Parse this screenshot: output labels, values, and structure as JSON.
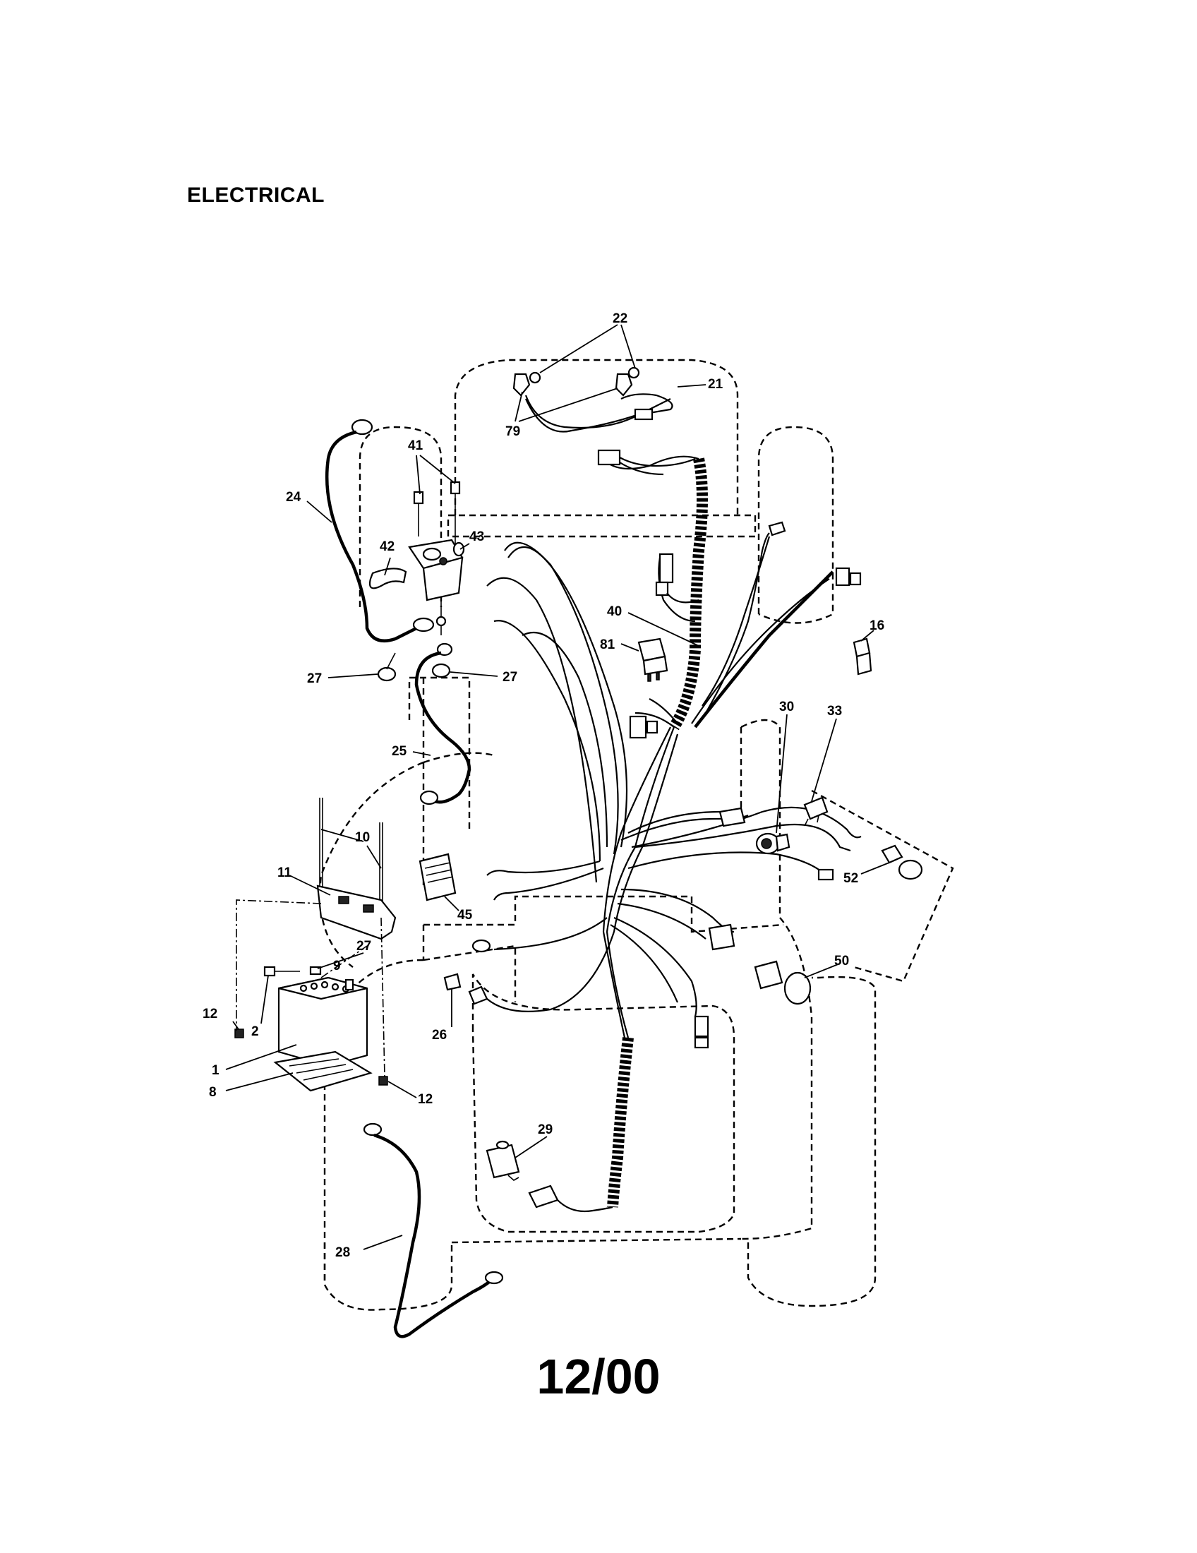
{
  "title": "ELECTRICAL",
  "revision": "12/00",
  "callouts": [
    {
      "id": "22",
      "text": "22"
    },
    {
      "id": "21",
      "text": "21"
    },
    {
      "id": "79",
      "text": "79"
    },
    {
      "id": "41",
      "text": "41"
    },
    {
      "id": "24",
      "text": "24"
    },
    {
      "id": "42",
      "text": "42"
    },
    {
      "id": "43",
      "text": "43"
    },
    {
      "id": "40",
      "text": "40"
    },
    {
      "id": "81",
      "text": "81"
    },
    {
      "id": "16",
      "text": "16"
    },
    {
      "id": "27a",
      "text": "27"
    },
    {
      "id": "27b",
      "text": "27"
    },
    {
      "id": "33",
      "text": "33"
    },
    {
      "id": "30",
      "text": "30"
    },
    {
      "id": "25",
      "text": "25"
    },
    {
      "id": "10",
      "text": "10"
    },
    {
      "id": "11",
      "text": "11"
    },
    {
      "id": "52",
      "text": "52"
    },
    {
      "id": "45",
      "text": "45"
    },
    {
      "id": "27c",
      "text": "27"
    },
    {
      "id": "9",
      "text": "9"
    },
    {
      "id": "50",
      "text": "50"
    },
    {
      "id": "12a",
      "text": "12"
    },
    {
      "id": "2",
      "text": "2"
    },
    {
      "id": "26",
      "text": "26"
    },
    {
      "id": "1",
      "text": "1"
    },
    {
      "id": "12b",
      "text": "12"
    },
    {
      "id": "8",
      "text": "8"
    },
    {
      "id": "29",
      "text": "29"
    },
    {
      "id": "28",
      "text": "28"
    }
  ]
}
